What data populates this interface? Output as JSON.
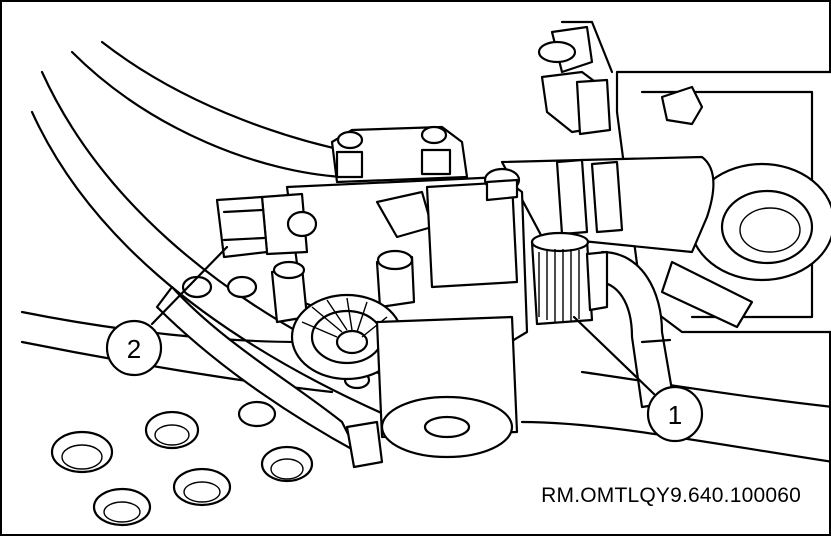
{
  "figure": {
    "callouts": [
      {
        "number": "1"
      },
      {
        "number": "2"
      }
    ],
    "reference_code": "RM.OMTLQY9.640.100060"
  }
}
